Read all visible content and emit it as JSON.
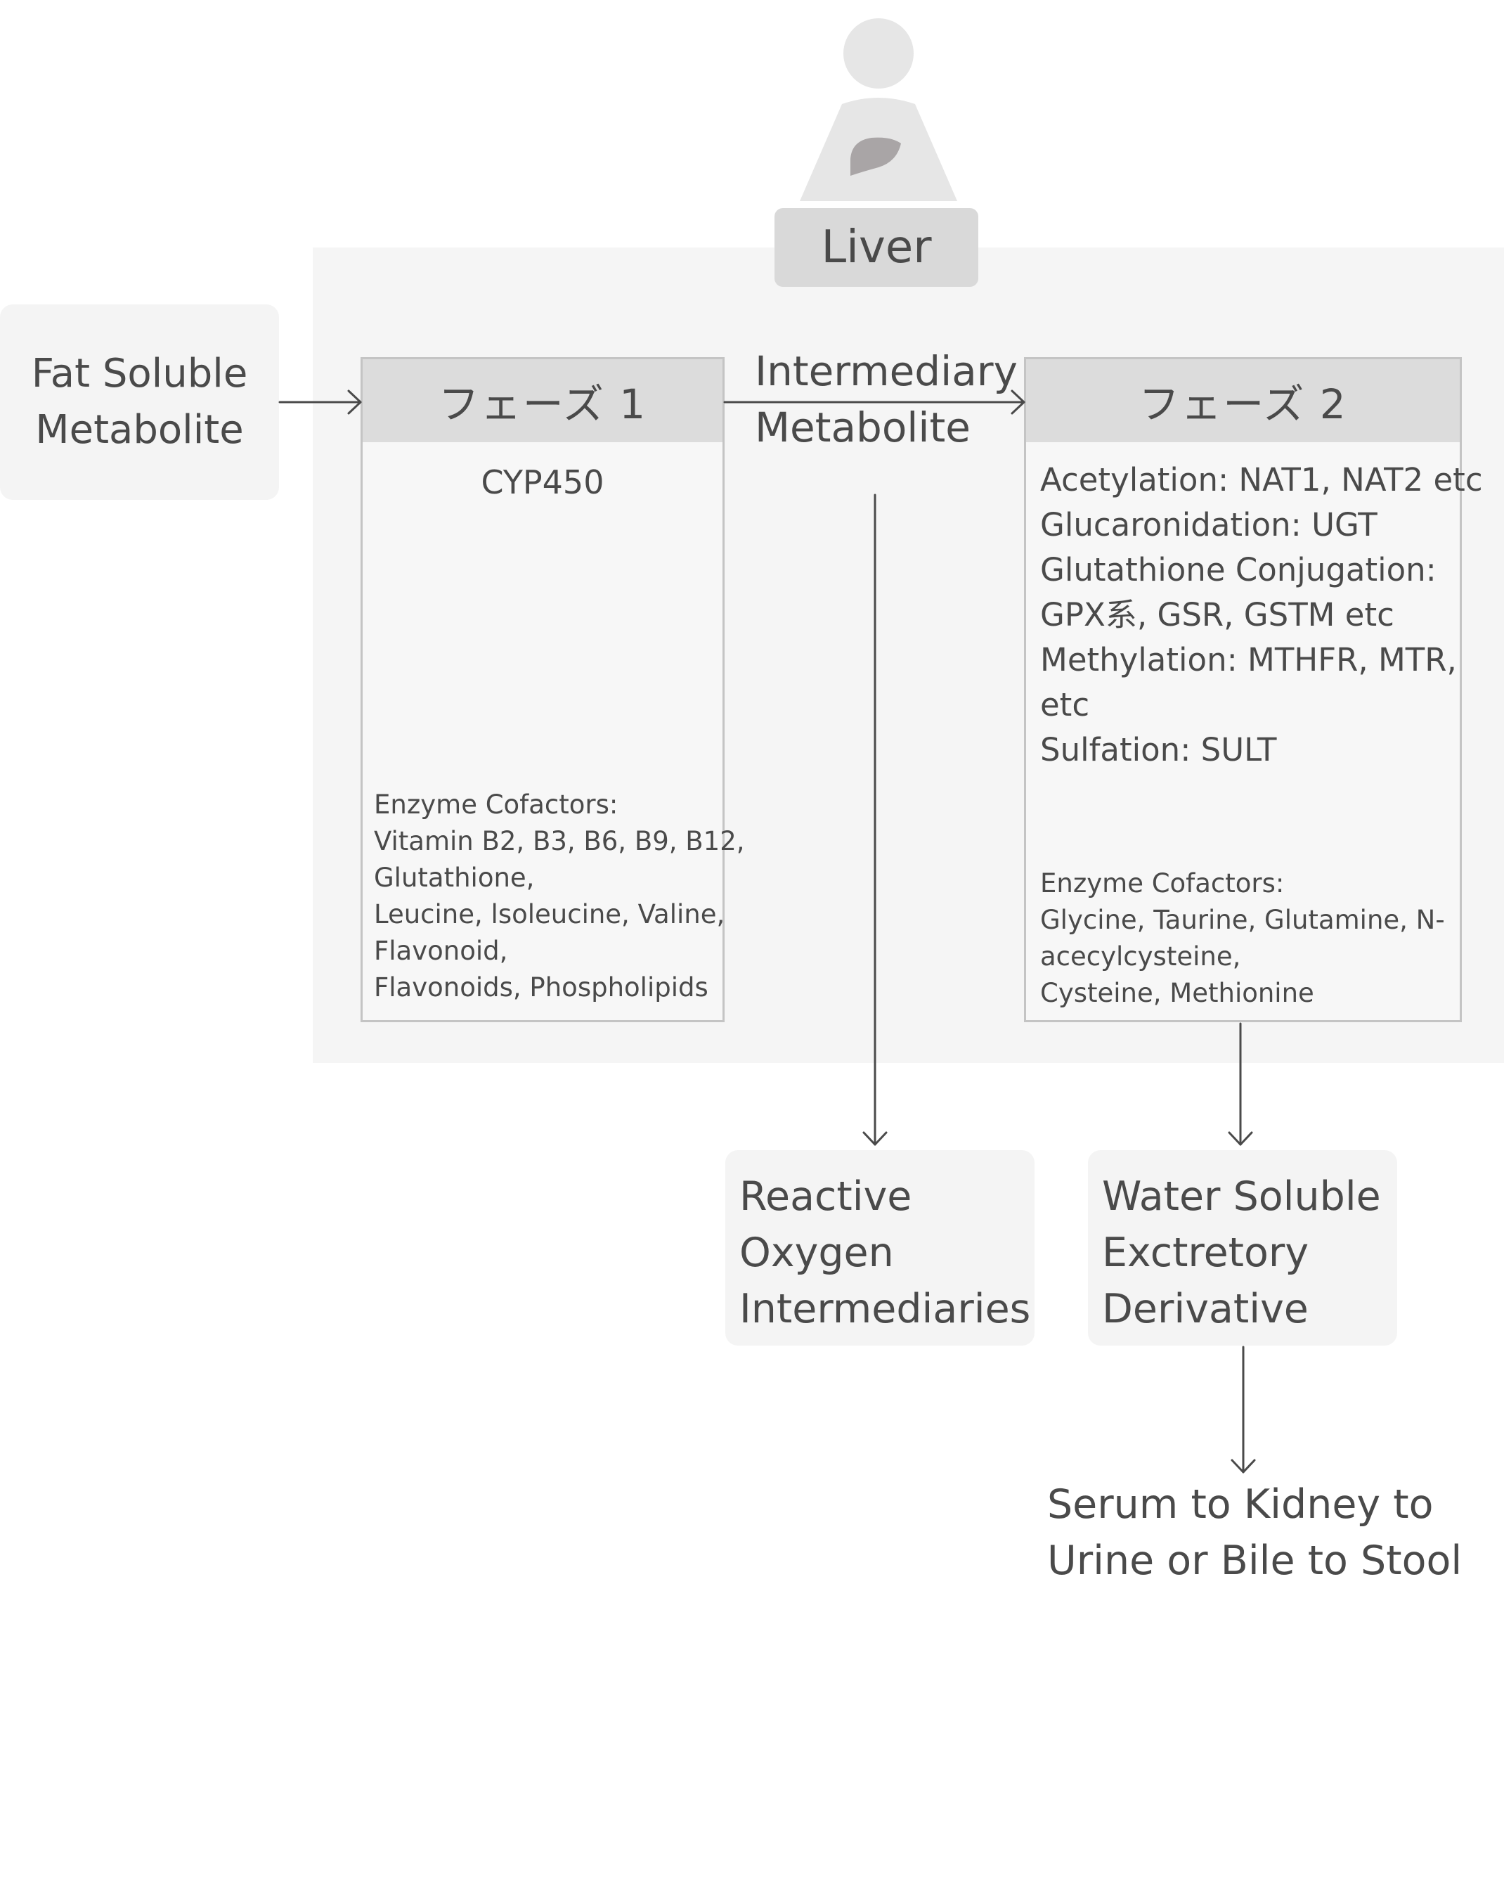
{
  "liver": {
    "label": "Liver",
    "icon": "person-liver-icon"
  },
  "input": {
    "lines": [
      "Fat Soluble",
      "Metabolite"
    ]
  },
  "phase1": {
    "title": "フェーズ 1",
    "enzyme": "CYP450",
    "cofactors": [
      "Enzyme Cofactors:",
      "Vitamin B2, B3, B6, B9, B12,",
      "Glutathione,",
      "Leucine, lsoleucine, Valine,",
      "Flavonoid,",
      "Flavonoids, Phospholipids"
    ]
  },
  "intermediate": {
    "lines": [
      "Intermediary",
      "Metabolite"
    ]
  },
  "phase2": {
    "title": "フェーズ 2",
    "reactions": [
      "Acetylation: NAT1, NAT2 etc",
      "Glucaronidation: UGT",
      "Glutathione Conjugation:",
      "GPX系, GSR, GSTM etc",
      "Methylation: MTHFR, MTR,",
      "etc",
      "Sulfation: SULT"
    ],
    "cofactors": [
      "Enzyme Cofactors:",
      "Glycine, Taurine, Glutamine, N-",
      "acecylcysteine,",
      "Cysteine, Methionine"
    ]
  },
  "outputs": {
    "ros": [
      "Reactive",
      "Oxygen",
      "Intermediaries"
    ],
    "water_soluble": [
      "Water Soluble",
      "Exctretory",
      "Derivative"
    ],
    "excretion": [
      "Serum to Kidney to",
      "Urine or Bile to Stool"
    ]
  },
  "colors": {
    "text": "#4a4a4a",
    "panel": "#f5f5f5",
    "header": "#dcdcdc",
    "border": "#c4c4c4",
    "figure": "#e6e6e6",
    "liver_organ": "#a9a5a6",
    "arrow": "#4a4a4a"
  }
}
